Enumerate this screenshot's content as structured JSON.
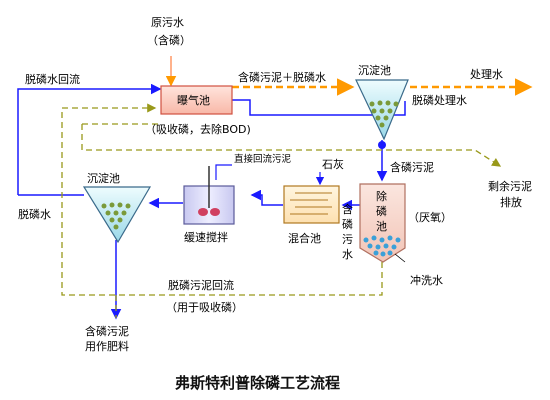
{
  "labels": {
    "raw_sewage": "原污水",
    "raw_sewage_sub": "（含磷）",
    "aeration_tank": "曝气池",
    "aeration_note": "（吸收磷，去除BOD)",
    "return_flow_top": "脱磷水回流",
    "sludge_plus_water": "含磷污泥＋脱磷水",
    "settling_tank_1": "沉淀池",
    "treated_water": "处理水",
    "dephos_treated_water": "脱磷处理水",
    "phos_sludge": "含磷污泥",
    "excess_sludge_1": "剩余污泥",
    "excess_sludge_2": "排放",
    "settling_tank_2": "沉淀池",
    "dephos_water": "脱磷水",
    "direct_return_sludge": "直接回流污泥",
    "lime": "石灰",
    "slow_mixing": "缓速搅拌",
    "mixing_tank": "混合池",
    "phos_sludge_water": [
      "含",
      "磷",
      "污",
      "水"
    ],
    "dephos_tank": [
      "除",
      "磷",
      "池"
    ],
    "anaerobic": "（厌氧）",
    "flush_water": "冲洗水",
    "dephos_sludge_return": "脱磷污泥回流",
    "for_absorb": "（用于吸收磷）",
    "fertilizer_1": "含磷污泥",
    "fertilizer_2": "用作肥料",
    "diagram_title": "弗斯特利普除磷工艺流程"
  },
  "colors": {
    "blue_line": "#1a1aff",
    "orange_line": "#ff9900",
    "olive_dash": "#99991a",
    "aeration_fill": "#ffd0c8",
    "aeration_stroke": "#d05040",
    "dephos_fill": "#f8d8d0",
    "funnel_fill": "#d8f4f8",
    "funnel_stroke": "#3a6a8a",
    "mixer_fill": "#d8d8f8",
    "mix_tank_fill": "#fff0d0",
    "dots": "#7a9a3a",
    "blue_dots": "#3aa0d8"
  }
}
